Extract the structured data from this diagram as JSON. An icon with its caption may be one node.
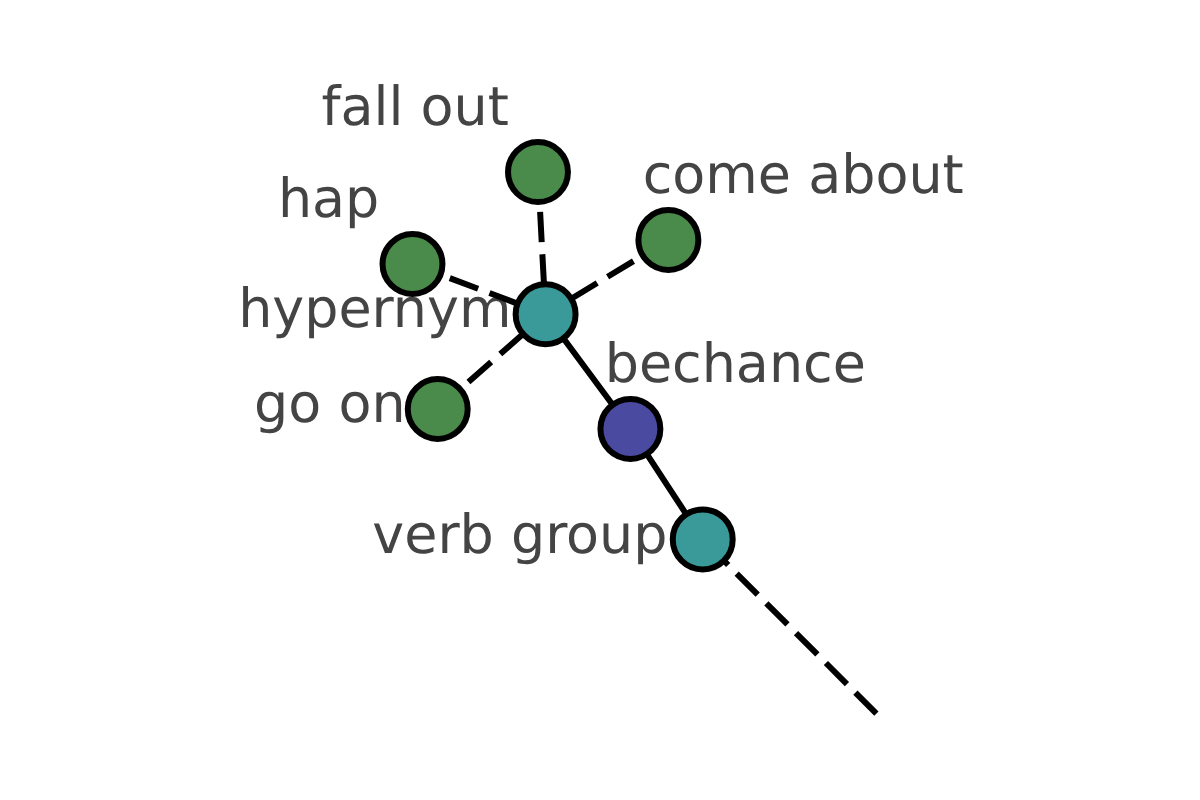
{
  "diagram": {
    "nodes": [
      {
        "text": [
          "verb group"
        ]
      },
      {
        "text": [
          "bechance"
        ]
      },
      {
        "text": [
          "hypernym"
        ]
      },
      {
        "text": [
          "fall out"
        ]
      },
      {
        "text": [
          "come about"
        ]
      },
      {
        "text": [
          "hap"
        ]
      },
      {
        "text": [
          "go on"
        ]
      }
    ],
    "edges": [
      {
        "from": null,
        "to": 0,
        "arrow": "none",
        "style": "dashed"
      },
      {
        "from": 0,
        "to": 1,
        "arrow": "none"
      },
      {
        "from": 1,
        "to": 2,
        "arrow": "none"
      },
      {
        "from": 2,
        "to": 3,
        "arrow": "none",
        "style": "dashed"
      },
      {
        "from": 2,
        "to": 4,
        "arrow": "none",
        "style": "dashed"
      },
      {
        "from": 2,
        "to": 5,
        "arrow": "none",
        "style": "dashed"
      },
      {
        "from": 2,
        "to": 6,
        "arrow": "none",
        "style": "dashed"
      }
    ]
  }
}
